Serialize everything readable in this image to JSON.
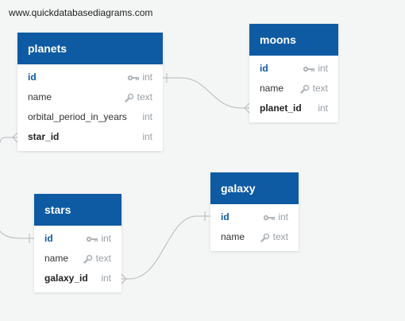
{
  "watermark": "www.quickdatabasediagrams.com",
  "tables": {
    "planets": {
      "title": "planets",
      "fields": [
        {
          "name": "id",
          "type": "int",
          "icon": "key-icon"
        },
        {
          "name": "name",
          "type": "text",
          "icon": "search-icon"
        },
        {
          "name": "orbital_period_in_years",
          "type": "int",
          "icon": ""
        },
        {
          "name": "star_id",
          "type": "int",
          "icon": ""
        }
      ]
    },
    "moons": {
      "title": "moons",
      "fields": [
        {
          "name": "id",
          "type": "int",
          "icon": "key-icon"
        },
        {
          "name": "name",
          "type": "text",
          "icon": "search-icon"
        },
        {
          "name": "planet_id",
          "type": "int",
          "icon": ""
        }
      ]
    },
    "stars": {
      "title": "stars",
      "fields": [
        {
          "name": "id",
          "type": "int",
          "icon": "key-icon"
        },
        {
          "name": "name",
          "type": "text",
          "icon": "search-icon"
        },
        {
          "name": "galaxy_id",
          "type": "int",
          "icon": ""
        }
      ]
    },
    "galaxy": {
      "title": "galaxy",
      "fields": [
        {
          "name": "id",
          "type": "int",
          "icon": "key-icon"
        },
        {
          "name": "name",
          "type": "text",
          "icon": "search-icon"
        }
      ]
    }
  },
  "relationships": [
    {
      "from": "moons.planet_id",
      "to": "planets.id"
    },
    {
      "from": "planets.star_id",
      "to": "stars.id"
    },
    {
      "from": "stars.galaxy_id",
      "to": "galaxy.id"
    }
  ],
  "colors": {
    "header": "#0e5ba3",
    "primary_key_text": "#0e5ba3",
    "connector": "#b5b9bd",
    "canvas": "#f4f5f5"
  }
}
